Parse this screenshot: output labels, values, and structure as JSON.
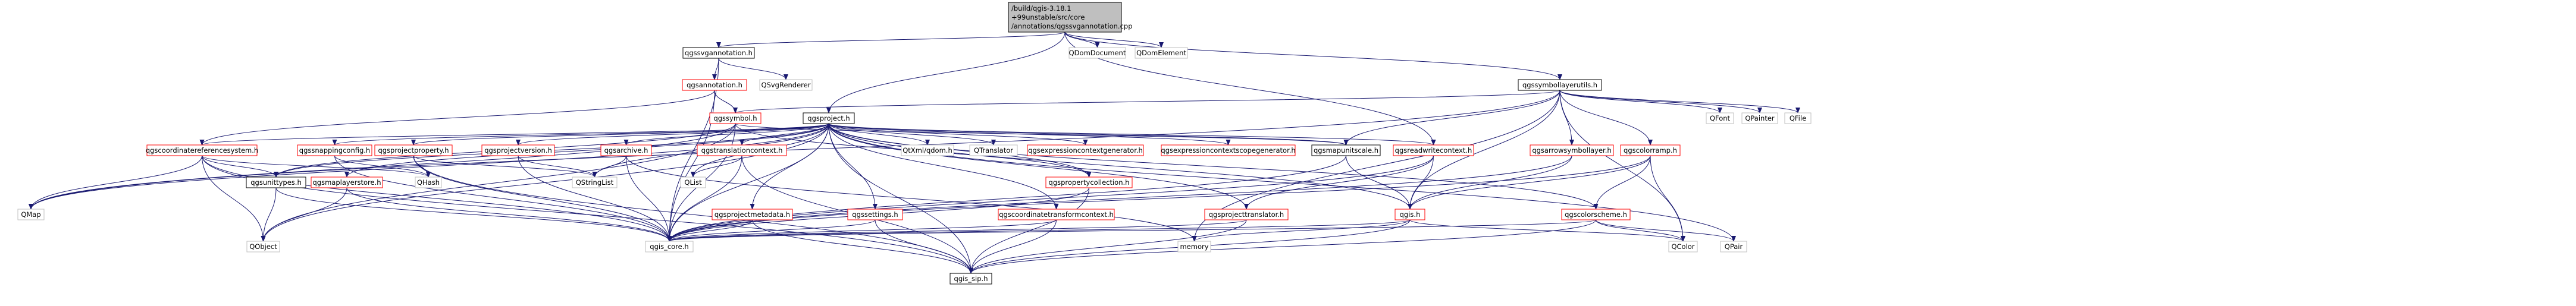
{
  "colors": {
    "root_fill": "#bfbfbf",
    "box_fill": "#ffffff",
    "box_stroke": "#000000",
    "red_stroke": "#ff0000",
    "gray_stroke": "#bfbfbf",
    "text": "#000000",
    "edge": "#191970"
  },
  "root_label": [
    "/build/qgis-3.18.1",
    "+99unstable/src/core",
    "/annotations/qgssvgannotation.cpp"
  ],
  "nodes": [
    {
      "id": "root",
      "kind": "root"
    },
    {
      "id": "qgssvgannotation.h",
      "label": "qgssvgannotation.h",
      "kind": "black"
    },
    {
      "id": "QDomDocument",
      "label": "QDomDocument",
      "kind": "gray"
    },
    {
      "id": "QDomElement",
      "label": "QDomElement",
      "kind": "gray"
    },
    {
      "id": "qgssymbollayerutils.h",
      "label": "qgssymbollayerutils.h",
      "kind": "black"
    },
    {
      "id": "qgsannotation.h",
      "label": "qgsannotation.h",
      "kind": "red"
    },
    {
      "id": "QSvgRenderer",
      "label": "QSvgRenderer",
      "kind": "gray"
    },
    {
      "id": "qgssymbol.h",
      "label": "qgssymbol.h",
      "kind": "red"
    },
    {
      "id": "qgsproject.h",
      "label": "qgsproject.h",
      "kind": "black"
    },
    {
      "id": "QFont",
      "label": "QFont",
      "kind": "gray"
    },
    {
      "id": "QPainter",
      "label": "QPainter",
      "kind": "gray"
    },
    {
      "id": "QFile",
      "label": "QFile",
      "kind": "gray"
    },
    {
      "id": "qgscoordinatereferencesystem.h",
      "label": "qgscoordinatereferencesystem.h",
      "kind": "red"
    },
    {
      "id": "qgssnappingconfig.h",
      "label": "qgssnappingconfig.h",
      "kind": "red"
    },
    {
      "id": "qgsprojectproperty.h",
      "label": "qgsprojectproperty.h",
      "kind": "red"
    },
    {
      "id": "qgsprojectversion.h",
      "label": "qgsprojectversion.h",
      "kind": "red"
    },
    {
      "id": "qgsarchive.h",
      "label": "qgsarchive.h",
      "kind": "red"
    },
    {
      "id": "qgstranslationcontext.h",
      "label": "qgstranslationcontext.h",
      "kind": "red"
    },
    {
      "id": "QtXml/qdom.h",
      "label": "QtXml/qdom.h",
      "kind": "gray"
    },
    {
      "id": "QTranslator",
      "label": "QTranslator",
      "kind": "gray"
    },
    {
      "id": "qgsexpressioncontextgenerator.h",
      "label": "qgsexpressioncontextgenerator.h",
      "kind": "red"
    },
    {
      "id": "qgsexpressioncontextscopegenerator.h",
      "label": "qgsexpressioncontextscopegenerator.h",
      "kind": "red"
    },
    {
      "id": "qgsmapunitscale.h",
      "label": "qgsmapunitscale.h",
      "kind": "black"
    },
    {
      "id": "qgsreadwritecontext.h",
      "label": "qgsreadwritecontext.h",
      "kind": "red"
    },
    {
      "id": "qgsarrowsymbollayer.h",
      "label": "qgsarrowsymbollayer.h",
      "kind": "red"
    },
    {
      "id": "qgscolorramp.h",
      "label": "qgscolorramp.h",
      "kind": "red"
    },
    {
      "id": "qgsunittypes.h",
      "label": "qgsunittypes.h",
      "kind": "black"
    },
    {
      "id": "qgsmaplayerstore.h",
      "label": "qgsmaplayerstore.h",
      "kind": "red"
    },
    {
      "id": "qgsprojectmetadata.h",
      "label": "qgsprojectmetadata.h",
      "kind": "red"
    },
    {
      "id": "qgssettings.h",
      "label": "qgssettings.h",
      "kind": "red"
    },
    {
      "id": "qgscoordinatetransformcontext.h",
      "label": "qgscoordinatetransformcontext.h",
      "kind": "red"
    },
    {
      "id": "qgspropertycollection.h",
      "label": "qgspropertycollection.h",
      "kind": "red"
    },
    {
      "id": "qgsprojecttranslator.h",
      "label": "qgsprojecttranslator.h",
      "kind": "red"
    },
    {
      "id": "qgis.h",
      "label": "qgis.h",
      "kind": "red"
    },
    {
      "id": "qgscolorscheme.h",
      "label": "qgscolorscheme.h",
      "kind": "red"
    },
    {
      "id": "QMap",
      "label": "QMap",
      "kind": "gray"
    },
    {
      "id": "QHash",
      "label": "QHash",
      "kind": "gray"
    },
    {
      "id": "QStringList",
      "label": "QStringList",
      "kind": "gray"
    },
    {
      "id": "QList",
      "label": "QList",
      "kind": "gray"
    },
    {
      "id": "QObject",
      "label": "QObject",
      "kind": "gray"
    },
    {
      "id": "qgis_core.h",
      "label": "qgis_core.h",
      "kind": "gray"
    },
    {
      "id": "qgis_sip.h",
      "label": "qgis_sip.h",
      "kind": "black"
    },
    {
      "id": "memory",
      "label": "memory",
      "kind": "gray"
    },
    {
      "id": "QColor",
      "label": "QColor",
      "kind": "gray"
    },
    {
      "id": "QPair",
      "label": "QPair",
      "kind": "gray"
    }
  ],
  "edges": [
    [
      "root",
      "qgssvgannotation.h"
    ],
    [
      "root",
      "QDomDocument"
    ],
    [
      "root",
      "QDomElement"
    ],
    [
      "root",
      "qgssymbollayerutils.h"
    ],
    [
      "root",
      "qgsproject.h"
    ],
    [
      "root",
      "qgsreadwritecontext.h"
    ],
    [
      "qgssvgannotation.h",
      "qgsannotation.h"
    ],
    [
      "qgssvgannotation.h",
      "QSvgRenderer"
    ],
    [
      "qgssvgannotation.h",
      "qgis_core.h"
    ],
    [
      "qgsannotation.h",
      "qgssymbol.h"
    ],
    [
      "qgsannotation.h",
      "qgis_core.h"
    ],
    [
      "qgsannotation.h",
      "qgscoordinatereferencesystem.h"
    ],
    [
      "qgssymbollayerutils.h",
      "qgssymbol.h"
    ],
    [
      "qgssymbollayerutils.h",
      "QFont"
    ],
    [
      "qgssymbollayerutils.h",
      "QPainter"
    ],
    [
      "qgssymbollayerutils.h",
      "QFile"
    ],
    [
      "qgssymbollayerutils.h",
      "qgsmapunitscale.h"
    ],
    [
      "qgssymbollayerutils.h",
      "qgsarrowsymbollayer.h"
    ],
    [
      "qgssymbollayerutils.h",
      "qgscolorramp.h"
    ],
    [
      "qgssymbollayerutils.h",
      "qgis.h"
    ],
    [
      "qgssymbollayerutils.h",
      "QColor"
    ],
    [
      "qgssymbollayerutils.h",
      "memory"
    ],
    [
      "qgssymbollayerutils.h",
      "QMap"
    ],
    [
      "qgssymbol.h",
      "qgis_core.h"
    ],
    [
      "qgssymbol.h",
      "QMap"
    ],
    [
      "qgssymbol.h",
      "qgsmapunitscale.h"
    ],
    [
      "qgssymbol.h",
      "qgspropertycollection.h"
    ],
    [
      "qgssymbol.h",
      "qgsunittypes.h"
    ],
    [
      "qgssymbol.h",
      "QObject"
    ],
    [
      "qgsproject.h",
      "qgscoordinatereferencesystem.h"
    ],
    [
      "qgsproject.h",
      "qgssnappingconfig.h"
    ],
    [
      "qgsproject.h",
      "qgsprojectproperty.h"
    ],
    [
      "qgsproject.h",
      "qgsprojectversion.h"
    ],
    [
      "qgsproject.h",
      "qgsarchive.h"
    ],
    [
      "qgsproject.h",
      "qgstranslationcontext.h"
    ],
    [
      "qgsproject.h",
      "QtXml/qdom.h"
    ],
    [
      "qgsproject.h",
      "QTranslator"
    ],
    [
      "qgsproject.h",
      "qgsexpressioncontextgenerator.h"
    ],
    [
      "qgsproject.h",
      "qgsexpressioncontextscopegenerator.h"
    ],
    [
      "qgsproject.h",
      "qgsmapunitscale.h"
    ],
    [
      "qgsproject.h",
      "qgsreadwritecontext.h"
    ],
    [
      "qgsproject.h",
      "qgsunittypes.h"
    ],
    [
      "qgsproject.h",
      "qgsmaplayerstore.h"
    ],
    [
      "qgsproject.h",
      "qgsprojectmetadata.h"
    ],
    [
      "qgsproject.h",
      "qgssettings.h"
    ],
    [
      "qgsproject.h",
      "qgscoordinatetransformcontext.h"
    ],
    [
      "qgsproject.h",
      "qgspropertycollection.h"
    ],
    [
      "qgsproject.h",
      "qgsprojecttranslator.h"
    ],
    [
      "qgsproject.h",
      "qgis.h"
    ],
    [
      "qgsproject.h",
      "qgscolorscheme.h"
    ],
    [
      "qgsproject.h",
      "QList"
    ],
    [
      "qgsproject.h",
      "QStringList"
    ],
    [
      "qgsproject.h",
      "QObject"
    ],
    [
      "qgsproject.h",
      "qgis_core.h"
    ],
    [
      "qgsproject.h",
      "qgis_sip.h"
    ],
    [
      "qgsproject.h",
      "QPair"
    ],
    [
      "qgsproject.h",
      "QMap"
    ],
    [
      "qgscoordinatereferencesystem.h",
      "QMap"
    ],
    [
      "qgscoordinatereferencesystem.h",
      "QHash"
    ],
    [
      "qgscoordinatereferencesystem.h",
      "qgsunittypes.h"
    ],
    [
      "qgscoordinatereferencesystem.h",
      "qgis_core.h"
    ],
    [
      "qgscoordinatereferencesystem.h",
      "QObject"
    ],
    [
      "qgscoordinatereferencesystem.h",
      "qgis_sip.h"
    ],
    [
      "qgssnappingconfig.h",
      "QHash"
    ],
    [
      "qgssnappingconfig.h",
      "qgis_core.h"
    ],
    [
      "qgsprojectproperty.h",
      "QHash"
    ],
    [
      "qgsprojectproperty.h",
      "QStringList"
    ],
    [
      "qgsprojectproperty.h",
      "qgis_core.h"
    ],
    [
      "qgsprojectproperty.h",
      "qgis_sip.h"
    ],
    [
      "qgsprojectversion.h",
      "QStringList"
    ],
    [
      "qgsprojectversion.h",
      "qgis_core.h"
    ],
    [
      "qgsarchive.h",
      "QStringList"
    ],
    [
      "qgsarchive.h",
      "qgis_core.h"
    ],
    [
      "qgsarchive.h",
      "memory"
    ],
    [
      "qgstranslationcontext.h",
      "QList"
    ],
    [
      "qgstranslationcontext.h",
      "qgis_core.h"
    ],
    [
      "qgstranslationcontext.h",
      "qgis_sip.h"
    ],
    [
      "qgsmapunitscale.h",
      "qgis.h"
    ],
    [
      "qgsmapunitscale.h",
      "qgis_core.h"
    ],
    [
      "qgsreadwritecontext.h",
      "qgsprojecttranslator.h"
    ],
    [
      "qgsreadwritecontext.h",
      "qgis.h"
    ],
    [
      "qgsreadwritecontext.h",
      "qgis_core.h"
    ],
    [
      "qgsarrowsymbollayer.h",
      "qgis.h"
    ],
    [
      "qgsarrowsymbollayer.h",
      "qgis_core.h"
    ],
    [
      "qgscolorramp.h",
      "qgis.h"
    ],
    [
      "qgscolorramp.h",
      "qgscolorscheme.h"
    ],
    [
      "qgscolorramp.h",
      "QColor"
    ],
    [
      "qgscolorramp.h",
      "qgis_core.h"
    ],
    [
      "qgsunittypes.h",
      "QObject"
    ],
    [
      "qgsunittypes.h",
      "qgis_core.h"
    ],
    [
      "qgsmaplayerstore.h",
      "QObject"
    ],
    [
      "qgsmaplayerstore.h",
      "qgis_core.h"
    ],
    [
      "qgsprojectmetadata.h",
      "qgis_core.h"
    ],
    [
      "qgsprojectmetadata.h",
      "qgis_sip.h"
    ],
    [
      "qgssettings.h",
      "qgis_core.h"
    ],
    [
      "qgssettings.h",
      "qgis_sip.h"
    ],
    [
      "qgscoordinatetransformcontext.h",
      "qgis_core.h"
    ],
    [
      "qgscoordinatetransformcontext.h",
      "qgis_sip.h"
    ],
    [
      "qgspropertycollection.h",
      "qgis_core.h"
    ],
    [
      "qgspropertycollection.h",
      "qgis_sip.h"
    ],
    [
      "qgsprojecttranslator.h",
      "qgis_core.h"
    ],
    [
      "qgsprojecttranslator.h",
      "qgis_sip.h"
    ],
    [
      "qgis.h",
      "qgis_core.h"
    ],
    [
      "qgis.h",
      "qgis_sip.h"
    ],
    [
      "qgis.h",
      "memory"
    ],
    [
      "qgis.h",
      "QColor"
    ],
    [
      "qgscolorscheme.h",
      "qgis_core.h"
    ],
    [
      "qgscolorscheme.h",
      "qgis_sip.h"
    ],
    [
      "qgscolorscheme.h",
      "QColor"
    ],
    [
      "qgscolorscheme.h",
      "QPair"
    ]
  ]
}
